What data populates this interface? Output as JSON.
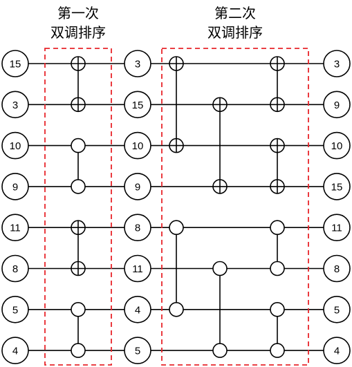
{
  "stage1": {
    "title_line1": "第一次",
    "title_line2": "双调排序"
  },
  "stage2": {
    "title_line1": "第二次",
    "title_line2": "双调排序"
  },
  "columns": {
    "input": [
      "15",
      "3",
      "10",
      "9",
      "11",
      "8",
      "5",
      "4"
    ],
    "middle": [
      "3",
      "15",
      "10",
      "9",
      "8",
      "11",
      "4",
      "5"
    ],
    "output": [
      "3",
      "9",
      "10",
      "15",
      "11",
      "8",
      "5",
      "4"
    ]
  },
  "comparators": {
    "stage1": [
      {
        "wires": [
          0,
          1
        ],
        "symbol": "plus"
      },
      {
        "wires": [
          2,
          3
        ],
        "symbol": "empty"
      },
      {
        "wires": [
          4,
          5
        ],
        "symbol": "plus"
      },
      {
        "wires": [
          6,
          7
        ],
        "symbol": "empty"
      }
    ],
    "stage2_step1": [
      {
        "wires": [
          0,
          2
        ],
        "symbol": "plus"
      },
      {
        "wires": [
          1,
          3
        ],
        "symbol": "plus"
      },
      {
        "wires": [
          4,
          6
        ],
        "symbol": "empty"
      },
      {
        "wires": [
          5,
          7
        ],
        "symbol": "empty"
      }
    ],
    "stage2_step2": [
      {
        "wires": [
          0,
          1
        ],
        "symbol": "plus"
      },
      {
        "wires": [
          2,
          3
        ],
        "symbol": "plus"
      },
      {
        "wires": [
          4,
          5
        ],
        "symbol": "empty"
      },
      {
        "wires": [
          6,
          7
        ],
        "symbol": "empty"
      }
    ]
  },
  "colors": {
    "stroke": "#000000",
    "box": "#e8242a"
  }
}
